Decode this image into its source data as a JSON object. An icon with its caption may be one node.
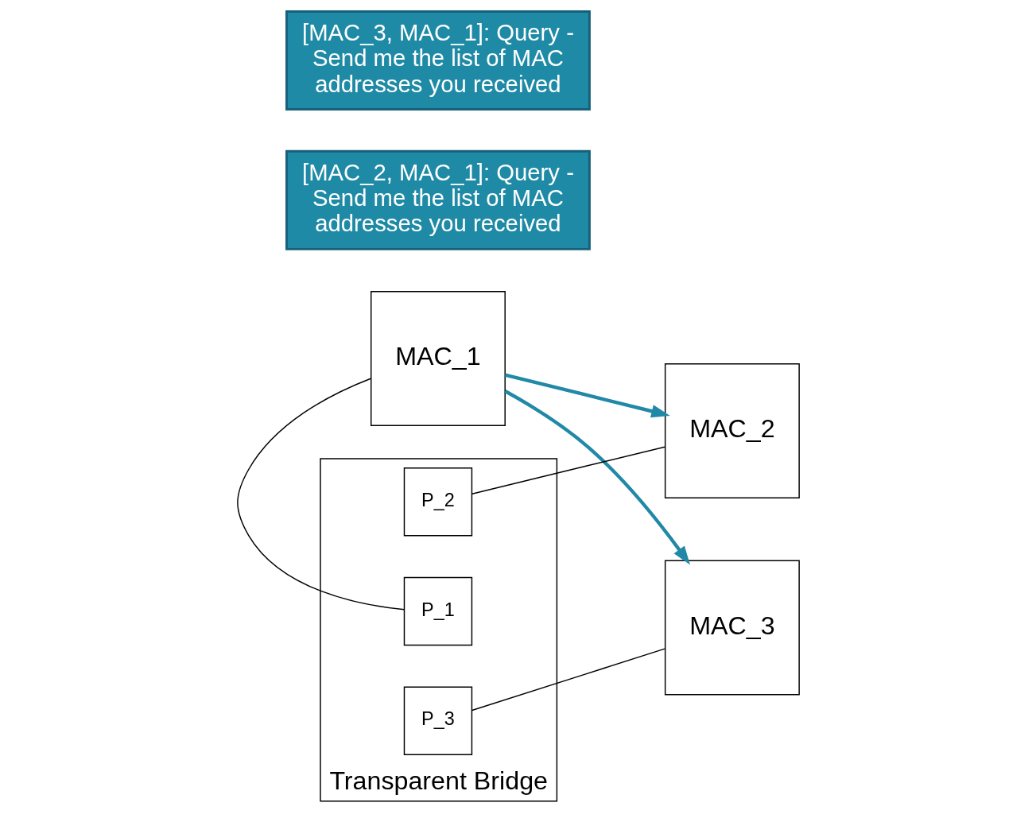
{
  "diagram": {
    "nodes": [
      {
        "text": [
          "MAC_1"
        ]
      },
      {
        "text": [
          "Transparent Bridge"
        ]
      },
      {
        "text": [
          "P_1"
        ],
        "in": 1
      },
      {
        "text": [
          "P_2"
        ],
        "in": 1
      },
      {
        "text": [
          "P_3"
        ],
        "in": 1
      },
      {
        "text": [
          "MAC_2"
        ]
      },
      {
        "text": [
          "MAC_3"
        ]
      },
      {
        "text": [
          "[MAC_2, MAC_1]: Query - Send me the list of MAC addresses you received"
        ]
      },
      {
        "text": [
          "[MAC_3, MAC_1]: Query - Send me the list of MAC addresses you received"
        ]
      }
    ],
    "edges": [
      {
        "from": 0,
        "to": 2,
        "arrow": "none"
      },
      {
        "from": 3,
        "to": 5,
        "arrow": "none"
      },
      {
        "from": 4,
        "to": 6,
        "arrow": "none"
      },
      {
        "from": 0,
        "to": 5,
        "arrow": "to",
        "style": "thick",
        "color": "#2189a6"
      },
      {
        "from": 0,
        "to": 6,
        "arrow": "to",
        "style": "thick",
        "color": "#2189a6"
      }
    ]
  }
}
